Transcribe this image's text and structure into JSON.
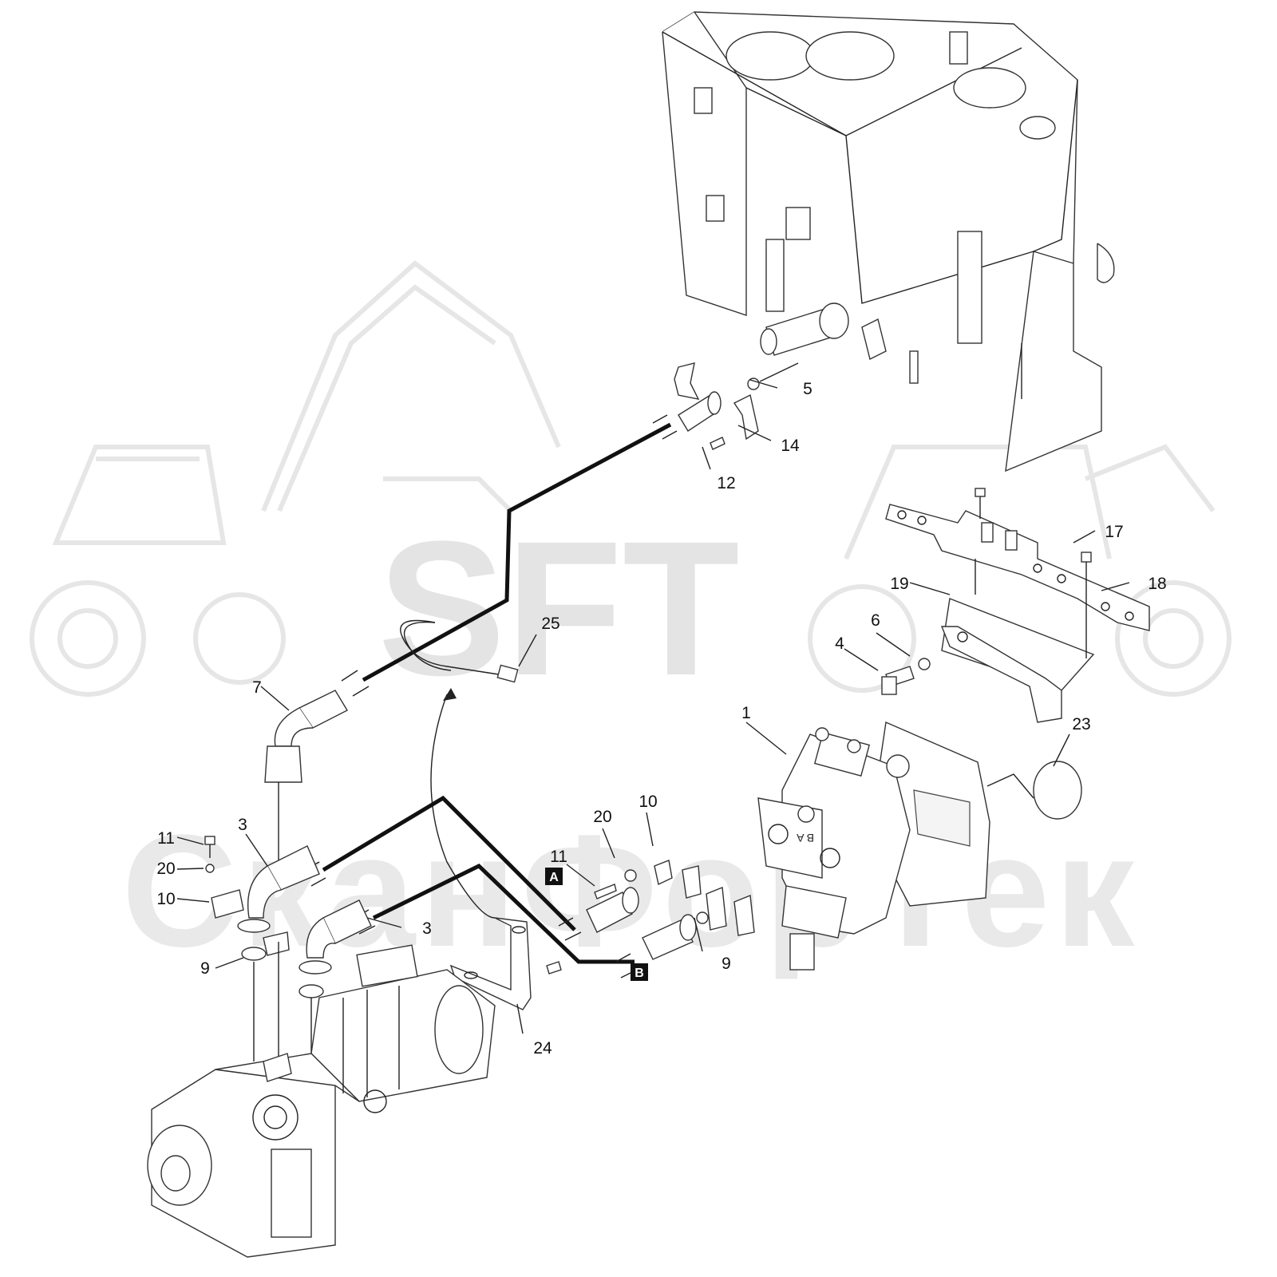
{
  "watermark": {
    "logo_text": "SFT",
    "company_text": "СканФорТек"
  },
  "port_tags": [
    {
      "id": "A",
      "label": "A"
    },
    {
      "id": "B",
      "label": "B"
    }
  ],
  "pump_markings": {
    "ports": "B A"
  },
  "callouts": [
    {
      "id": "c-1",
      "label": "1"
    },
    {
      "id": "c-3a",
      "label": "3"
    },
    {
      "id": "c-3b",
      "label": "3"
    },
    {
      "id": "c-4",
      "label": "4"
    },
    {
      "id": "c-5",
      "label": "5"
    },
    {
      "id": "c-6",
      "label": "6"
    },
    {
      "id": "c-7",
      "label": "7"
    },
    {
      "id": "c-9a",
      "label": "9"
    },
    {
      "id": "c-9b",
      "label": "9"
    },
    {
      "id": "c-10a",
      "label": "10"
    },
    {
      "id": "c-10b",
      "label": "10"
    },
    {
      "id": "c-11a",
      "label": "11"
    },
    {
      "id": "c-11b",
      "label": "11"
    },
    {
      "id": "c-12",
      "label": "12"
    },
    {
      "id": "c-14",
      "label": "14"
    },
    {
      "id": "c-17",
      "label": "17"
    },
    {
      "id": "c-18",
      "label": "18"
    },
    {
      "id": "c-19",
      "label": "19"
    },
    {
      "id": "c-20a",
      "label": "20"
    },
    {
      "id": "c-20b",
      "label": "20"
    },
    {
      "id": "c-23",
      "label": "23"
    },
    {
      "id": "c-24",
      "label": "24"
    },
    {
      "id": "c-25",
      "label": "25"
    }
  ]
}
